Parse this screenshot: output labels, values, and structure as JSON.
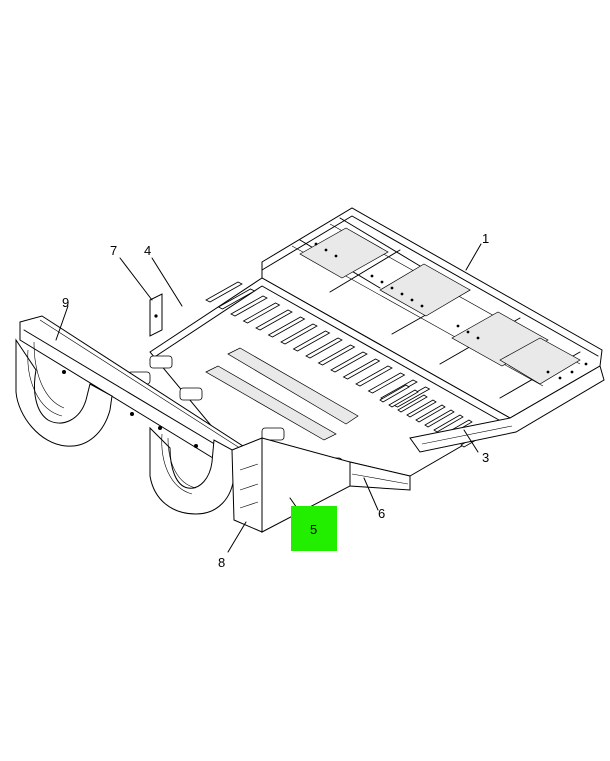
{
  "diagram": {
    "callouts": [
      {
        "id": "1",
        "label": "1"
      },
      {
        "id": "3",
        "label": "3"
      },
      {
        "id": "4",
        "label": "4"
      },
      {
        "id": "5",
        "label": "5"
      },
      {
        "id": "6",
        "label": "6"
      },
      {
        "id": "7",
        "label": "7"
      },
      {
        "id": "8",
        "label": "8"
      },
      {
        "id": "9",
        "label": "9"
      }
    ],
    "highlight": {
      "callout": "5",
      "color": "#22ee00"
    }
  }
}
